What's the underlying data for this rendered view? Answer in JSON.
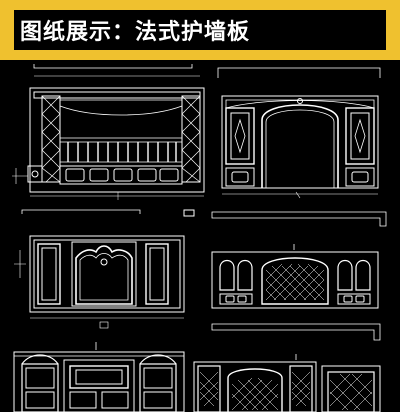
{
  "header": {
    "title": "图纸展示：法式护墙板",
    "accent_color": "#efc12f",
    "background_color": "#000000"
  },
  "drawings": [
    {
      "id": "elevation-1",
      "description_icon": "cad-wall-panel-with-railing"
    },
    {
      "id": "elevation-2",
      "description_icon": "cad-arched-wall-panel"
    },
    {
      "id": "elevation-3",
      "description_icon": "cad-mirror-panel-wall"
    },
    {
      "id": "elevation-4",
      "description_icon": "cad-lattice-arch-cabinet"
    },
    {
      "id": "elevation-5",
      "description_icon": "cad-cabinet-wall"
    },
    {
      "id": "elevation-6",
      "description_icon": "cad-lattice-panel-wall"
    }
  ]
}
